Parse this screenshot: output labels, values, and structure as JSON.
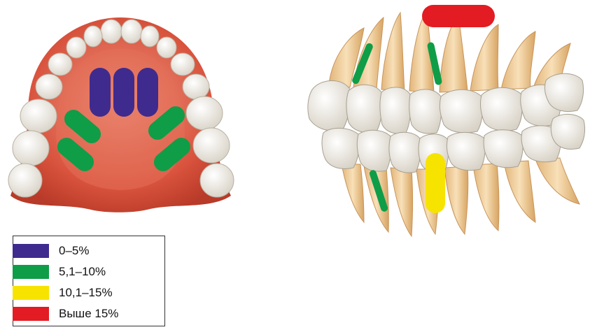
{
  "legend": {
    "items": [
      {
        "label": "0–5%",
        "color": "#3f2b8e"
      },
      {
        "label": "5,1–10%",
        "color": "#0f9d48"
      },
      {
        "label": "10,1–15%",
        "color": "#f7e300"
      },
      {
        "label": "Выше 15%",
        "color": "#e31b23"
      }
    ]
  },
  "colors": {
    "gum": "#d94f3a",
    "gum_light": "#eb8c76",
    "tooth": "#f3f0ea",
    "tooth_shadow": "#cfc8bc",
    "root": "#f1d2a0",
    "root_shadow": "#d9aa6a"
  }
}
